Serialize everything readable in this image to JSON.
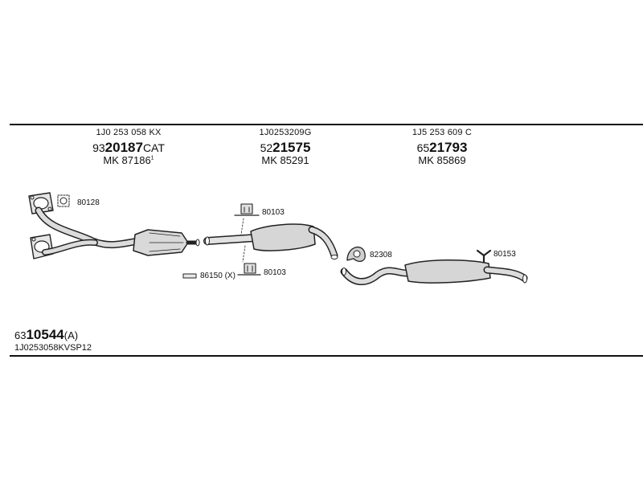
{
  "columns": [
    {
      "oe": "1J0 253 058 KX",
      "prefix": "93",
      "main": "20187",
      "suffix": "CAT",
      "mk": "MK  87186",
      "mk_sup": "1"
    },
    {
      "oe": "1J0253209G",
      "prefix": "52",
      "main": "21575",
      "suffix": "",
      "mk": "MK  85291",
      "mk_sup": ""
    },
    {
      "oe": "1J5 253 609 C",
      "prefix": "65",
      "main": "21793",
      "suffix": "",
      "mk": "MK  85869",
      "mk_sup": ""
    }
  ],
  "parts": {
    "gasket": "80128",
    "clamp_upper": "80103",
    "clamp_lower": "80103",
    "pipe": "86150 (X)",
    "hanger": "82308",
    "bracket": "80153"
  },
  "kit": {
    "prefix": "63",
    "main": "10544",
    "suffix": "(A)",
    "code": "1J0253058KVSP12"
  }
}
